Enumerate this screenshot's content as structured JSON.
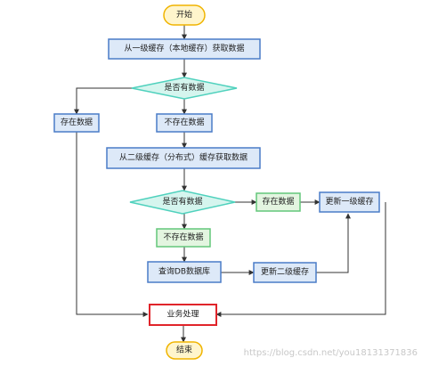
{
  "nodes": {
    "start": "开始",
    "local_cache": "从一级缓存（本地缓存）获取数据",
    "decision_1": "是否有数据",
    "exists_1": "存在数据",
    "not_exists_1": "不存在数据",
    "distributed_cache": "从二级缓存（分布式）缓存获取数据",
    "decision_2": "是否有数据",
    "exists_2": "存在数据",
    "update_level1": "更新一级缓存",
    "not_exists_2": "不存在数据",
    "query_db": "查询DB数据库",
    "update_level2": "更新二级缓存",
    "business": "业务处理",
    "end": "结束"
  },
  "watermark": "https://blog.csdn.net/you18131371836",
  "colors": {
    "terminal_fill": "#fff5cc",
    "terminal_border": "#f0b400",
    "process_fill": "#dde9f8",
    "process_border": "#4a7cc7",
    "decision_fill": "#d5f5ee",
    "decision_border": "#4fd1bd",
    "green_fill": "#e3f5e0",
    "green_border": "#63c77a",
    "business_border": "#e0242a",
    "line": "#333333"
  }
}
